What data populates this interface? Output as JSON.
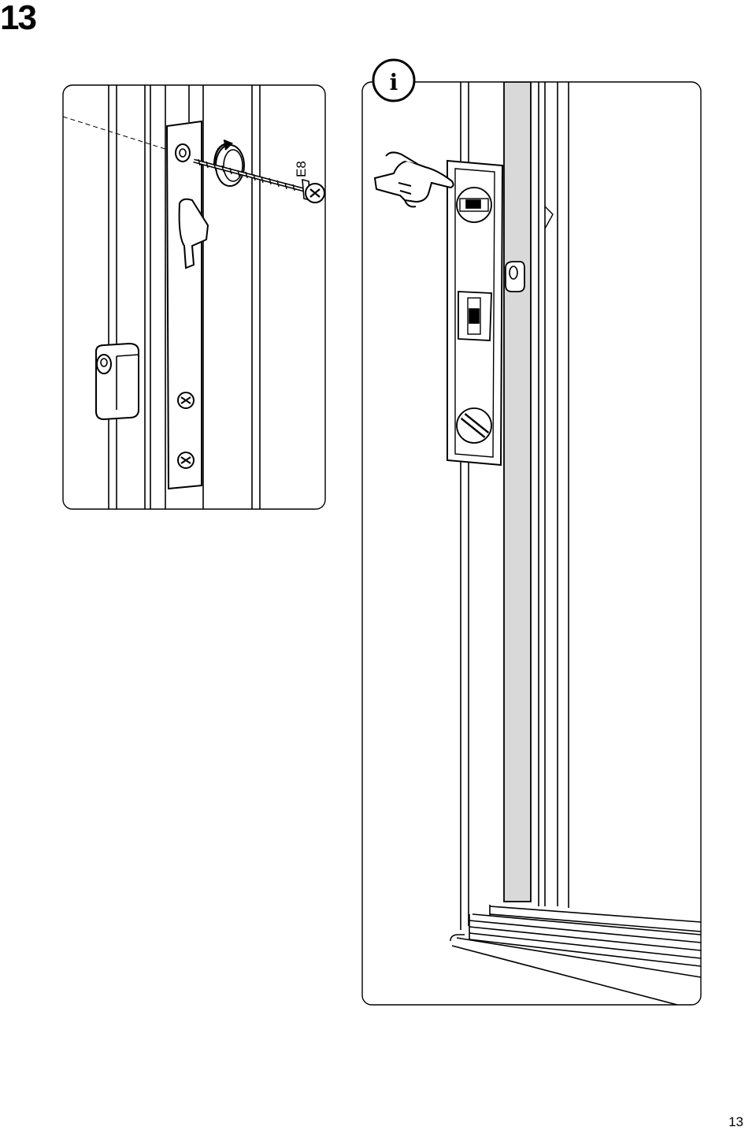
{
  "step": {
    "number": "13"
  },
  "detail_panel": {
    "part_label": "E8",
    "icon": "phillips-screwdriver-icon"
  },
  "info_panel": {
    "info_symbol": "i",
    "icon": "info-icon"
  },
  "footer": {
    "page_number": "13"
  }
}
